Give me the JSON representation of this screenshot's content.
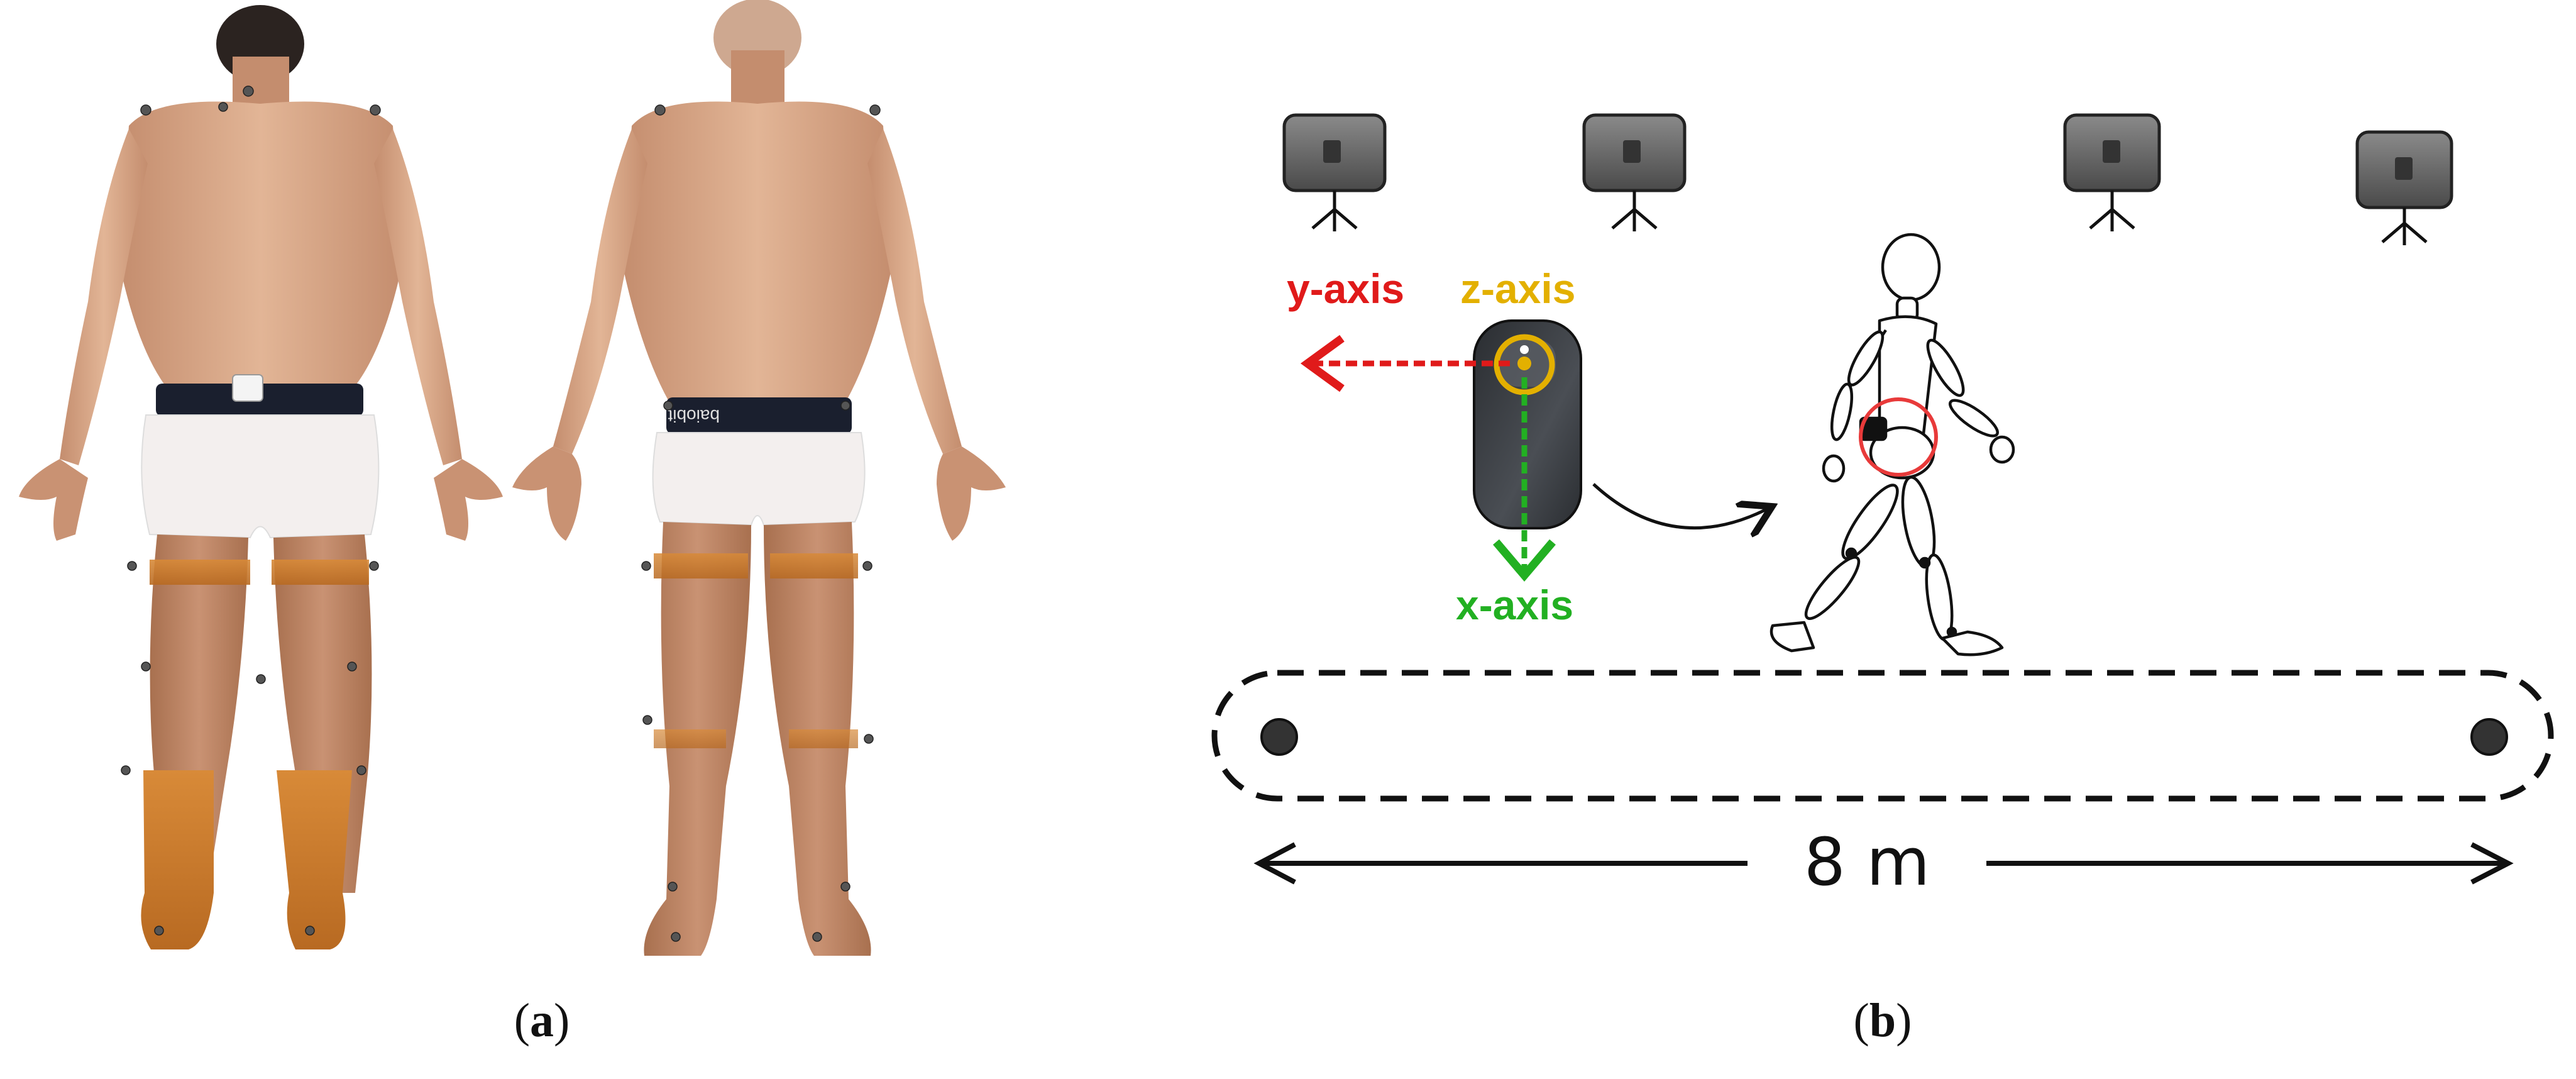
{
  "panel_a": {
    "caption_open": "(",
    "caption_letter": "a",
    "caption_close": ")",
    "belt_brand": "baiobit"
  },
  "panel_b": {
    "caption_open": "(",
    "caption_letter": "b",
    "caption_close": ")",
    "y_axis_label": "y-axis",
    "z_axis_label": "z-axis",
    "x_axis_label": "x-axis",
    "distance_label": "8 m"
  },
  "colors": {
    "y_axis": "#e01a1a",
    "z_axis": "#e3b000",
    "x_axis": "#22b022",
    "skin": "#d8a98a",
    "tape": "#c77a2a",
    "belt": "#1a1f2e",
    "shorts": "#f3efee",
    "camera": "#6b6b6b",
    "sensor": "#3a3d42",
    "highlight_ring": "#e83a3a"
  }
}
